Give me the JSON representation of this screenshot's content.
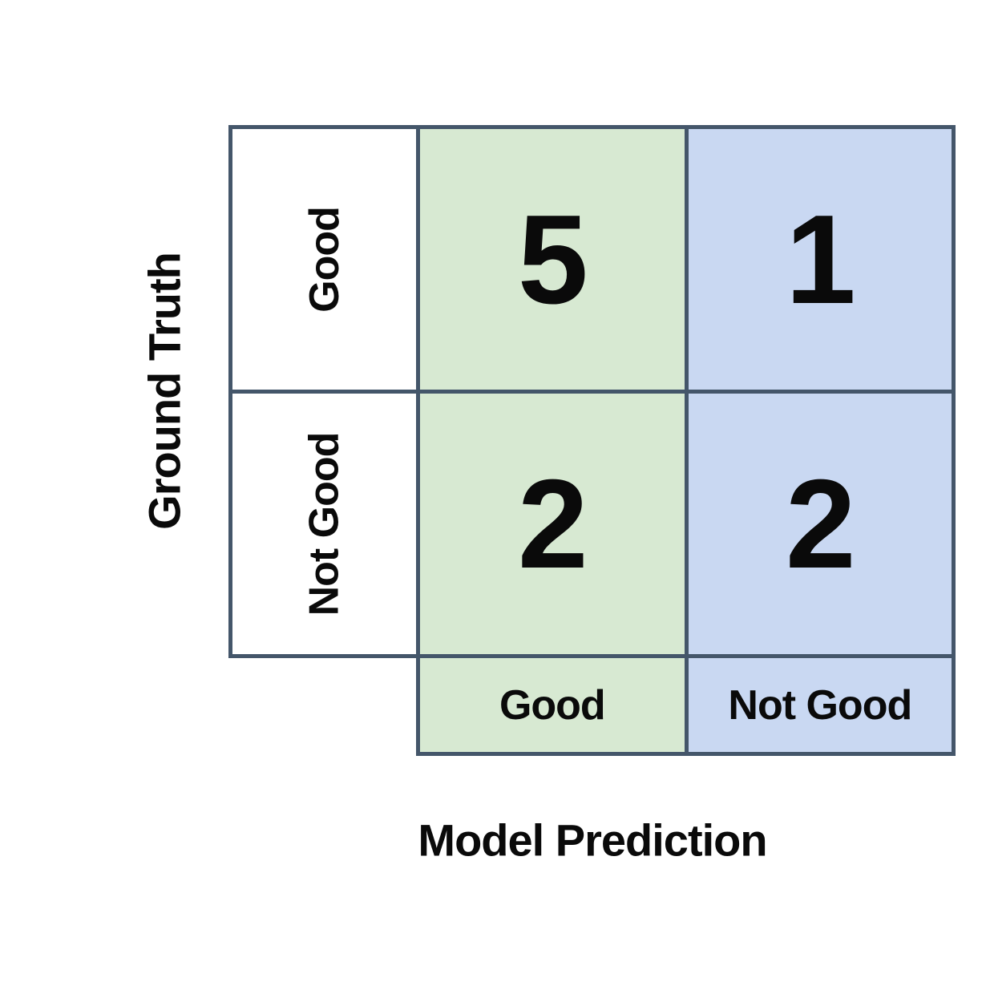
{
  "chart_data": {
    "type": "heatmap",
    "title": "",
    "xlabel": "Model Prediction",
    "ylabel": "Ground Truth",
    "x_categories": [
      "Good",
      "Not Good"
    ],
    "y_categories": [
      "Good",
      "Not Good"
    ],
    "values": [
      [
        5,
        1
      ],
      [
        2,
        2
      ]
    ],
    "layout": {
      "legend": "none",
      "grid": "cell-borders"
    },
    "colors": {
      "predicted_good_column": "#d7e9d2",
      "predicted_not_good_column": "#c9d8f2",
      "row_label_cells": "#ffffff",
      "border": "#44566a",
      "text": "#0a0a0a",
      "background": "#ffffff"
    }
  }
}
